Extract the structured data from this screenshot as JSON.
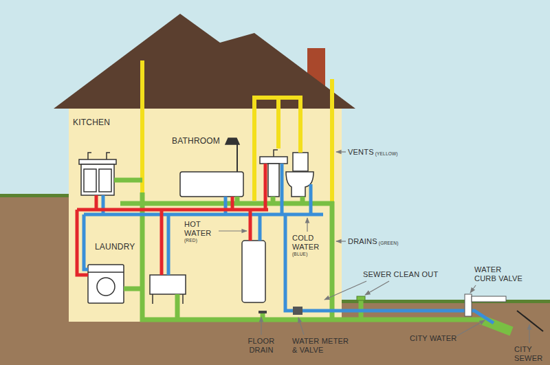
{
  "diagram": {
    "labels": [
      "KITCHEN",
      "BATHROOM",
      "LAUNDRY",
      "VENTS",
      "(YELLOW)",
      "HOT WATER",
      "(RED)",
      "COLD WATER",
      "(BLUE)",
      "DRAINS",
      "(GREEN)",
      "SEWER CLEAN OUT",
      "WATER CURB VALVE",
      "FLOOR DRAIN",
      "WATER METER & VALVE",
      "CITY WATER",
      "CITY SEWER"
    ]
  }
}
